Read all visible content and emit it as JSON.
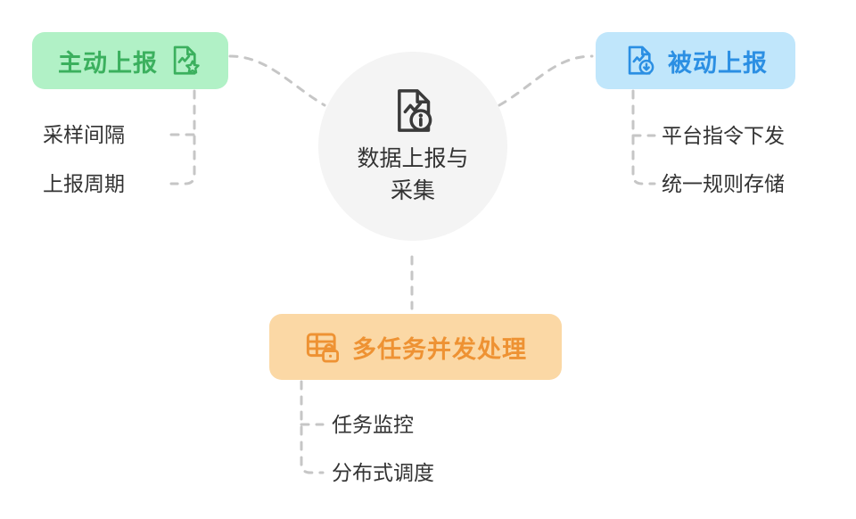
{
  "center": {
    "title_line1": "数据上报与",
    "title_line2": "采集",
    "icon": "document-info-icon"
  },
  "branches": {
    "active": {
      "label": "主动上报",
      "icon": "document-star-icon",
      "color": "#3bb05e",
      "bg": "#b1f1c6",
      "children": [
        "采样间隔",
        "上报周期"
      ]
    },
    "passive": {
      "label": "被动上报",
      "icon": "document-download-icon",
      "color": "#2b8fe3",
      "bg": "#c0e6fb",
      "children": [
        "平台指令下发",
        "统一规则存储"
      ]
    },
    "multitask": {
      "label": "多任务并发处理",
      "icon": "table-lock-icon",
      "color": "#ee9233",
      "bg": "#fbd8a5",
      "children": [
        "任务监控",
        "分布式调度"
      ]
    }
  },
  "colors": {
    "line": "#c6c6c6",
    "text": "#333333",
    "center_bg": "#f4f4f4"
  }
}
